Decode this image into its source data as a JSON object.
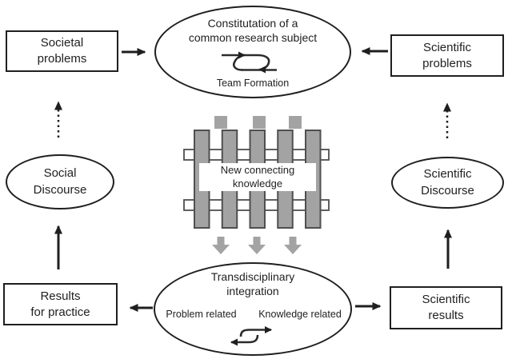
{
  "nodes": {
    "societal_problems": {
      "label": "Societal\nproblems"
    },
    "scientific_problems": {
      "label": "Scientific\nproblems"
    },
    "constitution": {
      "title": "Constitutation of a\ncommon research subject",
      "subtitle": "Team Formation"
    },
    "social_discourse": {
      "label": "Social\nDiscourse"
    },
    "scientific_discourse": {
      "label": "Scientific\nDiscourse"
    },
    "weave": {
      "label": "New connecting\nknowledge"
    },
    "integration": {
      "title": "Transdisciplinary\nintegration",
      "left_caption": "Problem related",
      "right_caption": "Knowledge related"
    },
    "results_for_practice": {
      "label": "Results\nfor practice"
    },
    "scientific_results": {
      "label": "Scientific\nresults"
    }
  },
  "colors": {
    "line": "#1f1f1f",
    "text": "#1f1f1f",
    "gray_fill": "#a3a3a3",
    "gray_edge": "#4f4f4f",
    "bg": "#ffffff"
  }
}
